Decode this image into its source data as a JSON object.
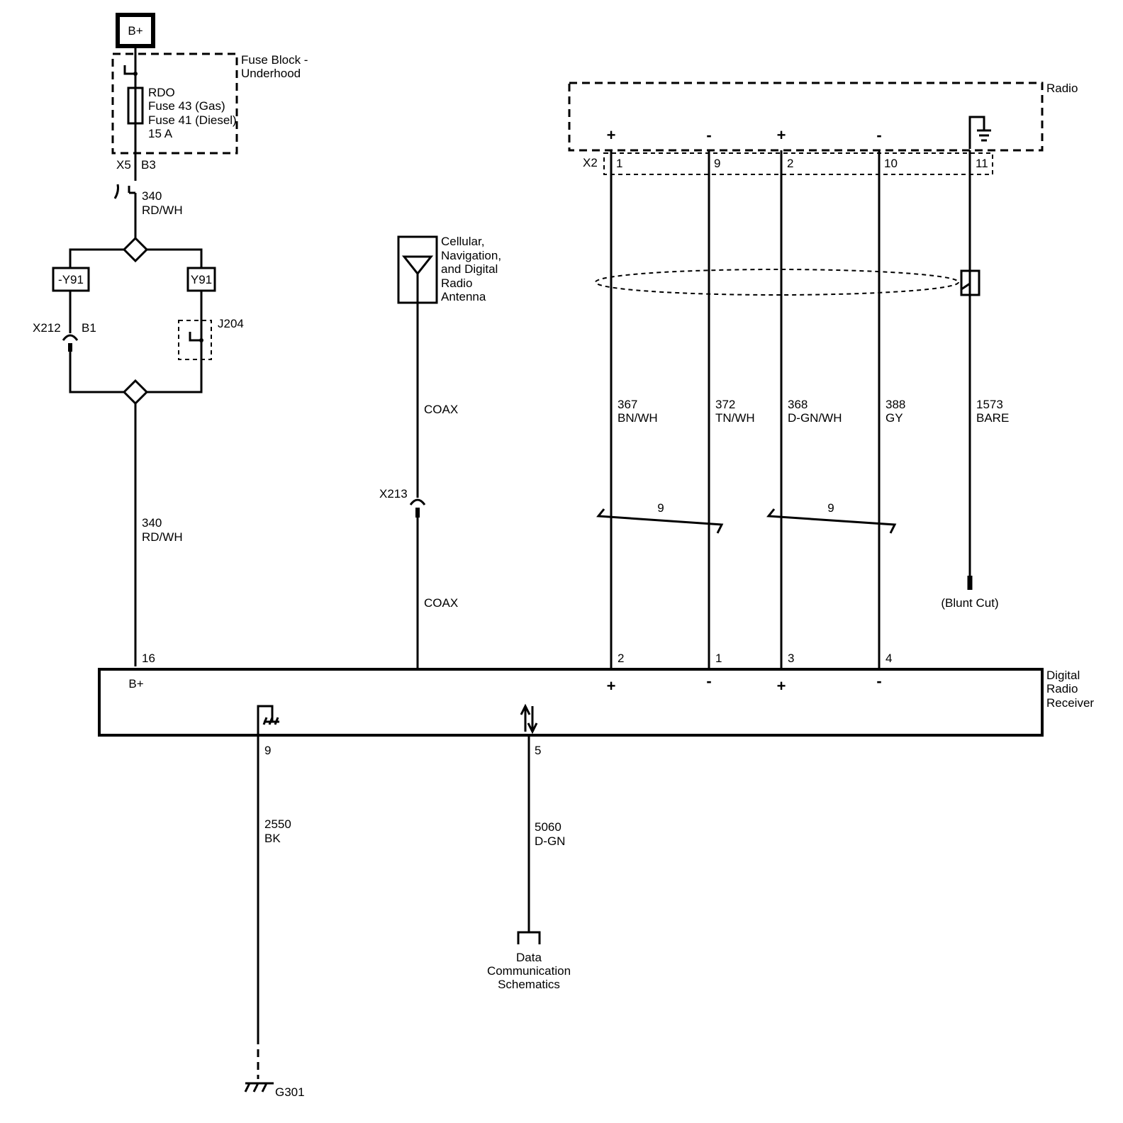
{
  "power_source": {
    "label": "B+"
  },
  "fuse_block": {
    "name": "Fuse Block -\nUnderhood",
    "fuse_lines": [
      "RDO",
      "Fuse 43 (Gas)",
      "Fuse 41 (Diesel)",
      "15 A"
    ],
    "connector": "X5",
    "pin": "B3"
  },
  "power_wire": {
    "circuit": "340",
    "color": "RD/WH"
  },
  "options": {
    "left": "-Y91",
    "right": "Y91"
  },
  "x212": {
    "connector": "X212",
    "pin": "B1"
  },
  "j204": {
    "label": "J204"
  },
  "antenna": {
    "label": [
      "Cellular,",
      "Navigation,",
      "and Digital",
      "Radio",
      "Antenna"
    ],
    "coax": "COAX",
    "connector": "X213"
  },
  "radio": {
    "label": "Radio",
    "connector": "X2",
    "pins": [
      "1",
      "9",
      "2",
      "10",
      "11"
    ],
    "polarity": [
      "+",
      "-",
      "+",
      "-"
    ]
  },
  "speaker_wires": [
    {
      "circuit": "367",
      "color": "BN/WH",
      "receiver_pin": "2"
    },
    {
      "circuit": "372",
      "color": "TN/WH",
      "receiver_pin": "1"
    },
    {
      "circuit": "368",
      "color": "D-GN/WH",
      "receiver_pin": "3"
    },
    {
      "circuit": "388",
      "color": "GY",
      "receiver_pin": "4"
    }
  ],
  "drain_wire": {
    "circuit": "1573",
    "color": "BARE",
    "end": "(Blunt Cut)"
  },
  "twist_label": "9",
  "receiver": {
    "name": [
      "Digital",
      "Radio",
      "Receiver"
    ],
    "bplus": "B+",
    "bplus_pin": "16",
    "polarity": [
      "+",
      "-",
      "+",
      "-"
    ]
  },
  "ground": {
    "pin": "9",
    "circuit": "2550",
    "color": "BK",
    "location": "G301"
  },
  "data": {
    "pin": "5",
    "circuit": "5060",
    "color": "D-GN",
    "dest": [
      "Data",
      "Communication",
      "Schematics"
    ]
  }
}
